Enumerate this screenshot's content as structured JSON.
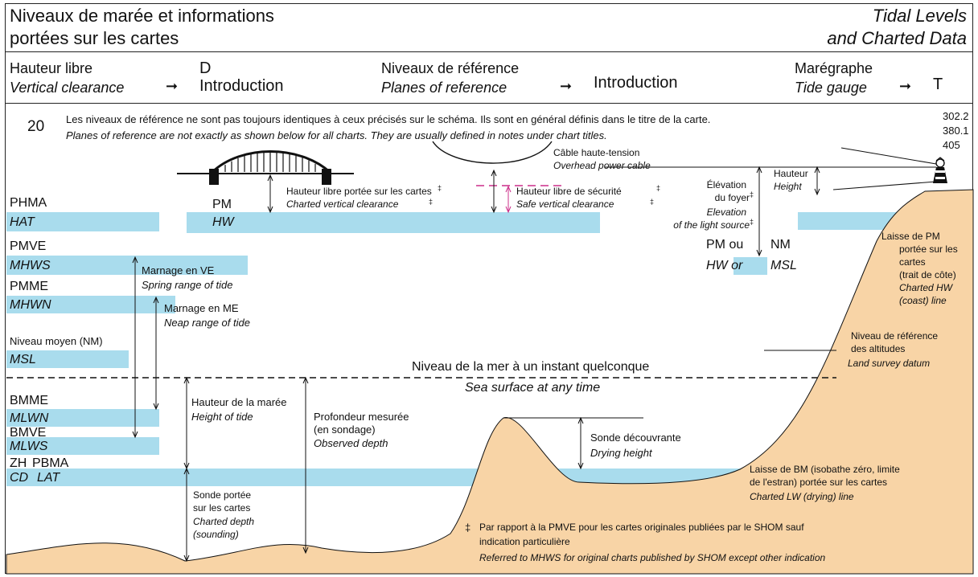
{
  "header": {
    "title_fr_line1": "Niveaux de marée et informations",
    "title_fr_line2": "portées sur les cartes",
    "title_en_line1": "Tidal Levels",
    "title_en_line2": "and Charted Data"
  },
  "crossrefs": [
    {
      "fr": "Hauteur libre",
      "en": "Vertical clearance",
      "arrow": "➞",
      "code": "D",
      "target": "Introduction"
    },
    {
      "fr": "Niveaux de référence",
      "en": "Planes of reference",
      "arrow": "➞",
      "target": "Introduction"
    },
    {
      "fr": "Marégraphe",
      "en": "Tide gauge",
      "arrow": "➞",
      "code": "T"
    }
  ],
  "section": {
    "number": "20",
    "note_fr": "Les niveaux de référence ne sont pas toujours identiques à ceux précisés sur le schéma. Ils sont en général définis dans le titre de la carte.",
    "note_en": "Planes of reference are not exactly as shown below for all charts. They are usually defined in notes under chart titles.",
    "refs": [
      "302.2",
      "380.1",
      "405"
    ]
  },
  "levels": {
    "phma": "PHMA",
    "hat": "HAT",
    "pmve": "PMVE",
    "mhws": "MHWS",
    "pmme": "PMME",
    "mhwn": "MHWN",
    "nm": "Niveau moyen (NM)",
    "msl": "MSL",
    "bmme": "BMME",
    "mlwn": "MLWN",
    "bmve": "BMVE",
    "mlws": "MLWS",
    "zh": "ZH",
    "pbma": "PBMA",
    "cd": "CD",
    "lat": "LAT",
    "pm": "PM",
    "hw": "HW"
  },
  "labels": {
    "spring_fr": "Marnage en VE",
    "spring_en": "Spring range of tide",
    "neap_fr": "Marnage en ME",
    "neap_en": "Neap range of tide",
    "charted_vc_fr": "Hauteur libre portée sur les cartes",
    "charted_vc_en": "Charted vertical clearance",
    "safe_vc_fr": "Hauteur libre de sécurité",
    "safe_vc_en": "Safe vertical clearance",
    "cable_fr": "Câble haute-tension",
    "cable_en": "Overhead power cable",
    "elev_fr1": "Élévation",
    "elev_fr2": "du foyer",
    "elev_en1": "Elevation",
    "elev_en2": "of the light source",
    "height_fr": "Hauteur",
    "height_en": "Height",
    "pm_ou": "PM ou",
    "nm_short": "NM",
    "hw_or": "HW or",
    "msl_short": "MSL",
    "laisse_pm_fr1": "Laisse de PM",
    "laisse_pm_fr2": "portée sur les",
    "laisse_pm_fr3": "cartes",
    "laisse_pm_fr4": "(trait de côte)",
    "laisse_pm_en1": "Charted HW",
    "laisse_pm_en2": "(coast) line",
    "land_fr1": "Niveau de référence",
    "land_fr2": "des altitudes",
    "land_en": "Land survey datum",
    "sea_fr": "Niveau de la mer à un instant quelconque",
    "sea_en": "Sea surface at any time",
    "tide_h_fr": "Hauteur de la marée",
    "tide_h_en": "Height of tide",
    "depth_fr1": "Profondeur mesurée",
    "depth_fr2": "(en sondage)",
    "depth_en": "Observed depth",
    "drying_fr": "Sonde découvrante",
    "drying_en": "Drying height",
    "laisse_bm_fr1": "Laisse de BM (isobathe zéro, limite",
    "laisse_bm_fr2": "de l'estran) portée sur les cartes",
    "laisse_bm_en": "Charted LW (drying) line",
    "sounding_fr1": "Sonde portée",
    "sounding_fr2": "sur les cartes",
    "sounding_en1": "Charted depth",
    "sounding_en2": "(sounding)",
    "footnote_mark": "‡",
    "footnote_fr1": "Par rapport à la PMVE pour les cartes originales publiées par le SHOM sauf",
    "footnote_fr2": "indication particulière",
    "footnote_en": "Referred to MHWS for original charts published by SHOM except other indication"
  },
  "colors": {
    "water_band": "#a9dced",
    "seabed": "#f8d4a6",
    "safe_clearance": "#cc2f8a",
    "line": "#111111"
  }
}
